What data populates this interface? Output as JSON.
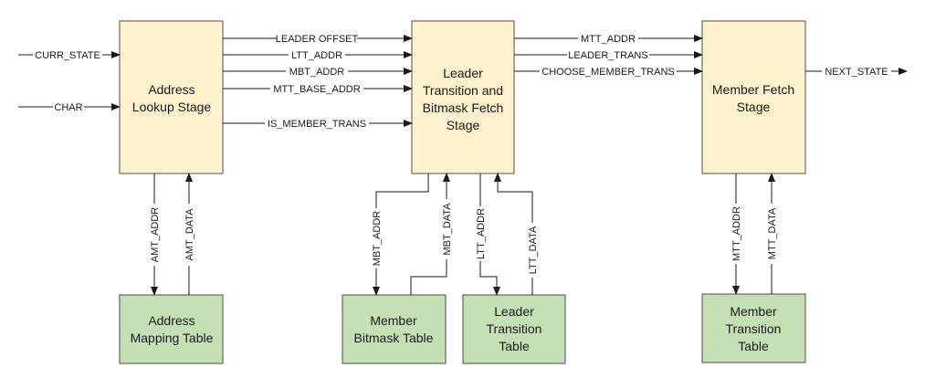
{
  "blocks": {
    "address_lookup": [
      "Address",
      "Lookup Stage"
    ],
    "leader_transition": [
      "Leader",
      "Transition and",
      "Bitmask Fetch",
      "Stage"
    ],
    "member_fetch": [
      "Member Fetch",
      "Stage"
    ],
    "address_mapping_table": [
      "Address",
      "Mapping Table"
    ],
    "member_bitmask_table": [
      "Member",
      "Bitmask Table"
    ],
    "leader_transition_table": [
      "Leader",
      "Transition",
      "Table"
    ],
    "member_transition_table": [
      "Member",
      "Transition",
      "Table"
    ]
  },
  "signals": {
    "curr_state": "CURR_STATE",
    "char": "CHAR",
    "leader_offset": "LEADER OFFSET",
    "ltt_addr_top": "LTT_ADDR",
    "mbt_addr_top": "MBT_ADDR",
    "mtt_base_addr": "MTT_BASE_ADDR",
    "is_member_trans": "IS_MEMBER_TRANS",
    "mtt_addr_top": "MTT_ADDR",
    "leader_trans": "LEADER_TRANS",
    "choose_member_trans": "CHOOSE_MEMBER_TRANS",
    "next_state": "NEXT_STATE",
    "amt_addr": "AMT_ADDR",
    "amt_data": "AMT_DATA",
    "mbt_addr_v": "MBT_ADDR",
    "mbt_data": "MBT_DATA",
    "ltt_addr_v": "LTT_ADDR",
    "ltt_data": "LTT_DATA",
    "mtt_addr_v": "MTT_ADDR",
    "mtt_data": "MTT_DATA"
  }
}
